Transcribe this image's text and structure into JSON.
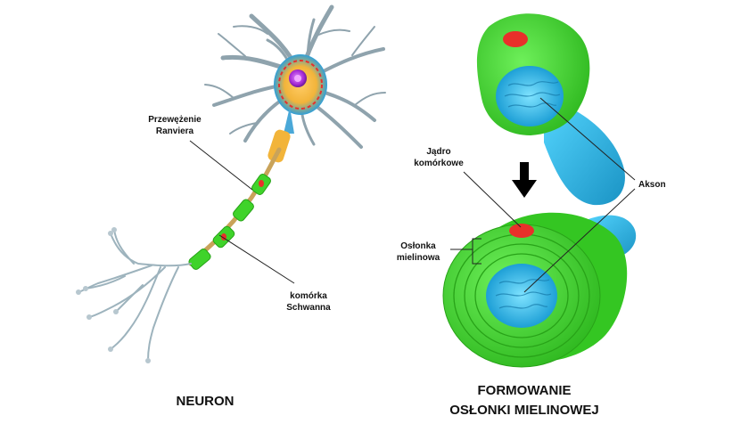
{
  "colors": {
    "myelin": "#3fd32a",
    "myelin_dark": "#28a318",
    "axon": "#2bbfe8",
    "axon_dark": "#1a93c4",
    "nucleus_cell": "#e8302a",
    "soma_gold": "#f2b43a",
    "nucleus": "#a62bd6",
    "dendrite": "#8fa3ad",
    "terminal": "#9db3bd"
  },
  "icons": {
    "arrow": "down-arrow-icon"
  },
  "neuron": {
    "label_node": "Przewężenie\nRanviera",
    "label_schwann": "komórka\nSchwanna",
    "caption": "NEURON"
  },
  "myelination": {
    "label_nucleus": "Jądro\nkomórkowe",
    "label_sheath": "Osłonka\nmielinowa",
    "label_axon": "Akson",
    "caption": "FORMOWANIE\nOSŁONKI MIELINOWEJ"
  }
}
